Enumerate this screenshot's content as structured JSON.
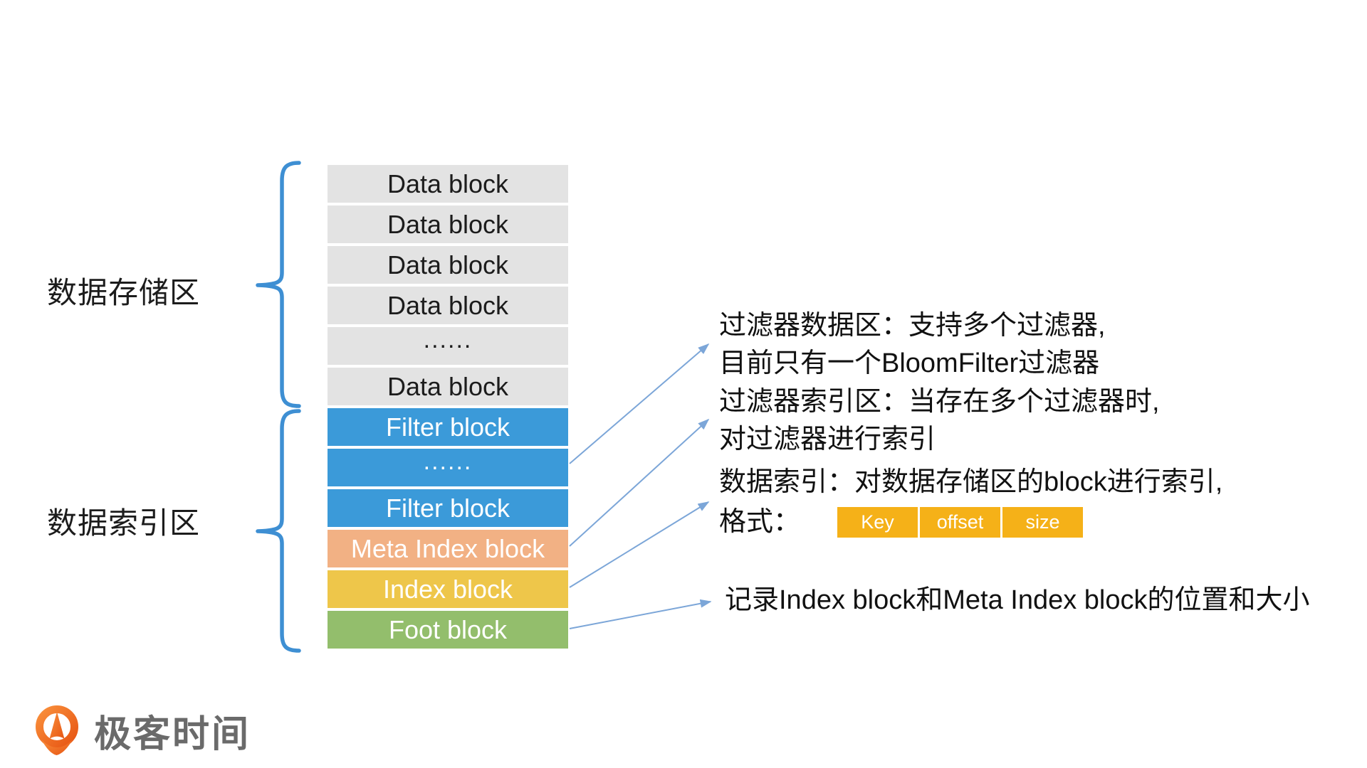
{
  "palette": {
    "block_gray": "#E3E3E3",
    "block_blue": "#3B9AD9",
    "block_salmon": "#F2B184",
    "block_yellow": "#EEC64A",
    "block_green": "#93BE6C",
    "field_amber": "#F5B118",
    "brace_blue": "#3E8FD3",
    "arrow_blue": "#7CA6D8",
    "text_dark": "#1C1C1C",
    "text_white": "#FFFFFF",
    "logo_orange_light": "#F98F3B",
    "logo_orange_dark": "#E75513",
    "logo_text_gray": "#6A6A6A"
  },
  "left_labels": {
    "storage": "数据存储区",
    "index": "数据索引区"
  },
  "stack": {
    "blocks": [
      {
        "label": "Data block",
        "color": "block_gray",
        "text_color": "#1C1C1C"
      },
      {
        "label": "Data block",
        "color": "block_gray",
        "text_color": "#1C1C1C"
      },
      {
        "label": "Data block",
        "color": "block_gray",
        "text_color": "#1C1C1C"
      },
      {
        "label": "Data block",
        "color": "block_gray",
        "text_color": "#1C1C1C"
      },
      {
        "label": "......",
        "color": "block_gray",
        "text_color": "#1C1C1C"
      },
      {
        "label": "Data block",
        "color": "block_gray",
        "text_color": "#1C1C1C"
      },
      {
        "label": "Filter block",
        "color": "block_blue",
        "text_color": "#FFFFFF"
      },
      {
        "label": "......",
        "color": "block_blue",
        "text_color": "#FFFFFF"
      },
      {
        "label": "Filter block",
        "color": "block_blue",
        "text_color": "#FFFFFF"
      },
      {
        "label": "Meta Index block",
        "color": "block_salmon",
        "text_color": "#FFFFFF"
      },
      {
        "label": "Index block",
        "color": "block_yellow",
        "text_color": "#FFFFFF"
      },
      {
        "label": "Foot block",
        "color": "block_green",
        "text_color": "#FFFFFF"
      }
    ]
  },
  "annotations": {
    "filter_data": {
      "line1": "过滤器数据区：支持多个过滤器,",
      "line2": "目前只有一个BloomFilter过滤器"
    },
    "filter_index": {
      "line1": "过滤器索引区：当存在多个过滤器时,",
      "line2": "对过滤器进行索引"
    },
    "data_index": {
      "line1": "数据索引：对数据存储区的block进行索引,",
      "line2_prefix": "格式：",
      "fields": [
        "Key",
        "offset",
        "size"
      ]
    },
    "foot": {
      "line1": "记录Index block和Meta Index block的位置和大小"
    }
  },
  "icons": {
    "logo_icon": "geektime-pin-icon"
  },
  "logo": {
    "text": "极客时间"
  }
}
